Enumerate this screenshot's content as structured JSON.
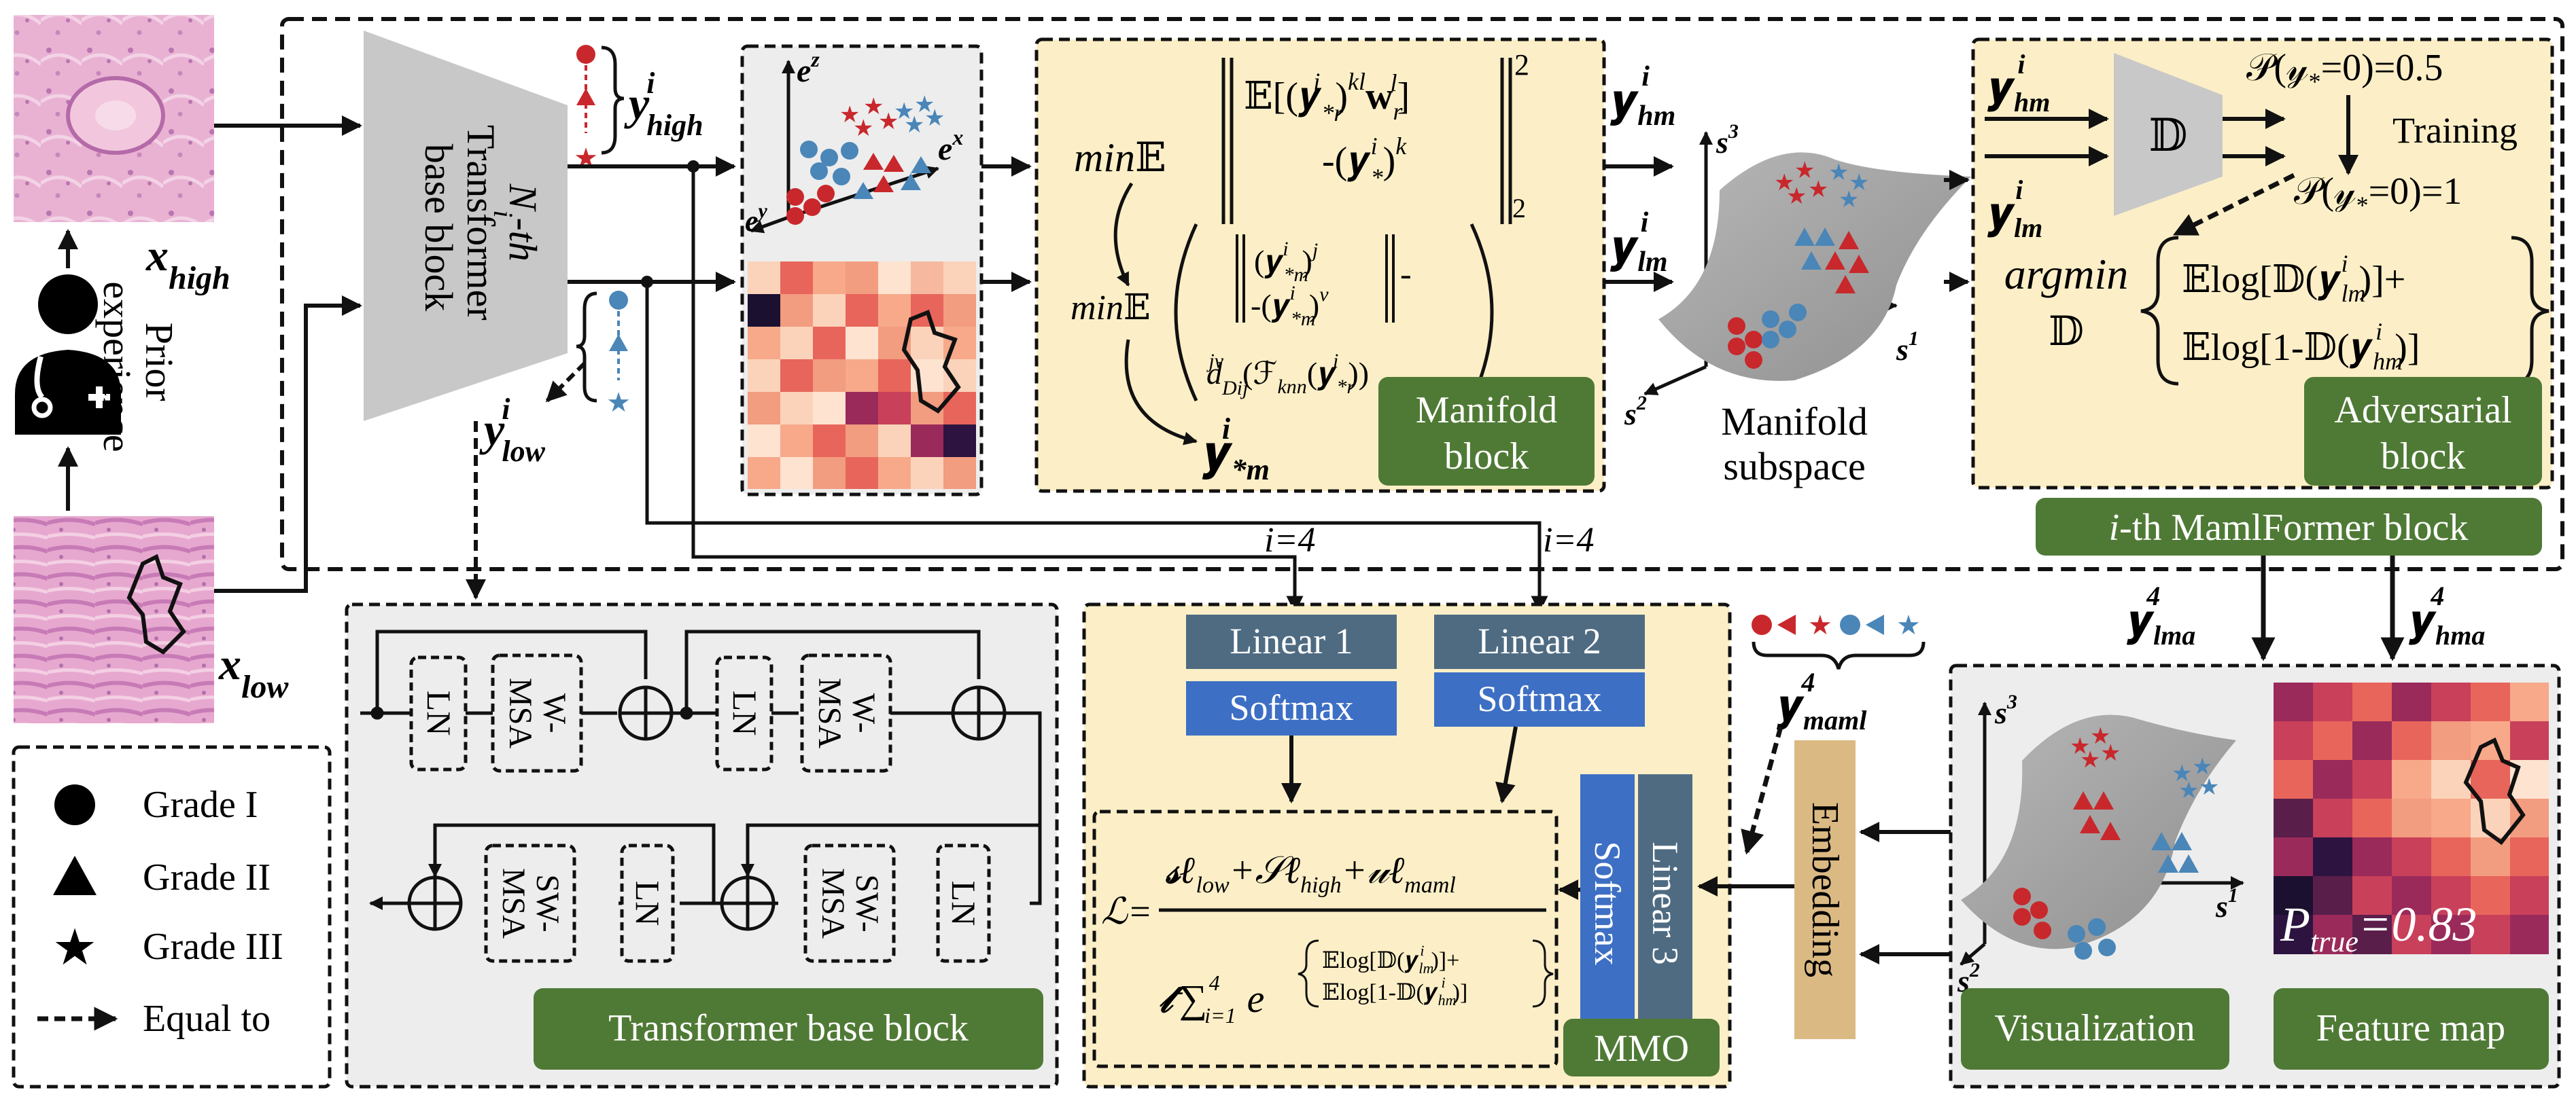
{
  "inputs": {
    "x_high": "x",
    "x_high_sub": "high",
    "x_low": "x",
    "x_low_sub": "low",
    "prior_line1": "Prior",
    "prior_line2": "experience"
  },
  "nth_block": {
    "line1": "N",
    "line1_sub": "i",
    "line1_rest": "-th",
    "line2": "Transformer",
    "line3": "base block"
  },
  "features": {
    "y_high": "y",
    "y_high_sup": "i",
    "y_high_sub": "high",
    "y_low": "y",
    "y_low_sup": "i",
    "y_low_sub": "low"
  },
  "axes": {
    "ez": "e",
    "ez_sup": "z",
    "ex": "e",
    "ex_sup": "x",
    "ey": "e",
    "ey_sup": "y",
    "s3": "s",
    "s3_sup": "3",
    "s1": "s",
    "s1_sup": "1",
    "s2": "s",
    "s2_sup": "2"
  },
  "manifold_block": {
    "label_line1": "Manifold",
    "label_line2": "block",
    "min1": "min",
    "min2": "min",
    "E": "𝔼",
    "eq1_part1": "𝔼[(𝒚",
    "eq1_sub": "*r",
    "eq1_sup": "i",
    "eq1_part2": ")",
    "eq1_sup2": "kl",
    "eq1_part3": "w",
    "eq1_w_sub": "r",
    "eq1_w_sup": "l",
    "eq1_part4": "]",
    "eq2": "-(𝒚",
    "eq2_sub": "*",
    "eq2_sup": "i",
    "eq2_close": ")",
    "eq2_k": "k",
    "exp2": "2",
    "exp2b": "2",
    "eq3": "(𝒚",
    "eq3_sub": "*m",
    "eq3_sup": "i",
    "eq3_close": ")",
    "eq3_j": "j",
    "eq3_minus": "-",
    "eq4": "-(𝒚",
    "eq4_sub": "*m",
    "eq4_sup": "i",
    "eq4_close": ")",
    "eq4_v": "v",
    "eq5": "d",
    "eq5_sub": "Dij",
    "eq5_sup": "jv",
    "eq5_rest": "(ℱ",
    "eq5_knn": "knn",
    "eq5_y": "(𝒚",
    "eq5_y_sub": "*r",
    "eq5_y_sup": "i",
    "eq5_end": "))",
    "y_star_m": "𝒚",
    "y_star_m_sub": "*m",
    "y_star_m_sup": "i"
  },
  "manifold_outputs": {
    "y_hm": "𝒚",
    "y_hm_sub": "hm",
    "y_hm_sup": "i",
    "y_lm": "𝒚",
    "y_lm_sub": "lm",
    "y_lm_sup": "i",
    "subspace_line1": "Manifold",
    "subspace_line2": "subspace"
  },
  "adversarial": {
    "in_hm": "𝒚",
    "in_hm_sub": "hm",
    "in_hm_sup": "i",
    "in_lm": "𝒚",
    "in_lm_sub": "lm",
    "in_lm_sup": "i",
    "D": "𝔻",
    "p1": "𝒫(𝓎",
    "p1_sub": "*",
    "p1_rest": "=0)=0.5",
    "training": "Training",
    "p2": "𝒫(𝓎",
    "p2_sub": "*",
    "p2_rest": "=0)=1",
    "argmin": "argmin",
    "argmin_D": "𝔻",
    "term1": "𝔼log[𝔻(𝒚",
    "term1_sub": "lm",
    "term1_sup": "i",
    "term1_end": ")]+",
    "term2": "𝔼log[1-𝔻(𝒚",
    "term2_sub": "hm",
    "term2_sup": "i",
    "term2_end": ")]",
    "label_line1": "Adversarial",
    "label_line2": "block"
  },
  "mamlformer": {
    "label_i": "i",
    "label_rest": "-th MamlFormer block"
  },
  "transformer_base": {
    "ln": "LN",
    "wmsa1": "W-",
    "wmsa2": "MSA",
    "swmsa1": "SW-",
    "swmsa2": "MSA",
    "label": "Transformer base block"
  },
  "mmo": {
    "i4a": "i=4",
    "i4b": "i=4",
    "linear1": "Linear 1",
    "softmax1": "Softmax",
    "linear2": "Linear 2",
    "softmax2": "Softmax",
    "linear3": "Linear 3",
    "softmax3": "Softmax",
    "loss_L": "ℒ=",
    "num_s": "𝓈ℓ",
    "num_low": "low",
    "num_plus1": "+𝒮ℓ",
    "num_high": "high",
    "num_plus2": "+𝓊ℓ",
    "num_maml": "maml",
    "den_t": "𝓉",
    "den_sum": "∑",
    "den_sum_sub": "i=1",
    "den_sum_sup": "4",
    "den_e": "e",
    "den_term1": "𝔼log[𝔻(𝒚",
    "den_term1_sub": "lm",
    "den_term1_sup": "i",
    "den_term1_end": ")]+",
    "den_term2": "𝔼log[1-𝔻(𝒚",
    "den_term2_sub": "hm",
    "den_term2_sup": "i",
    "den_term2_end": ")]",
    "label": "MMO"
  },
  "outputs": {
    "y_lma": "𝒚",
    "y_lma_sub": "lma",
    "y_lma_sup": "4",
    "y_hma": "𝒚",
    "y_hma_sub": "hma",
    "y_hma_sup": "4",
    "y_maml": "𝒚",
    "y_maml_sub": "maml",
    "y_maml_sup": "4",
    "embedding": "Embedding"
  },
  "visualization": {
    "label": "Visualization",
    "feature_label": "Feature map",
    "p_true": "P",
    "p_true_sub": "true",
    "p_true_val": "=0.83"
  },
  "legend": {
    "grade1": "Grade I",
    "grade2": "Grade II",
    "grade3": "Grade III",
    "equal": "Equal to"
  },
  "colors": {
    "cream": "#fcefc7",
    "gray_panel": "#efefef",
    "green": "#4f7a35",
    "slate": "#4f6b82",
    "blue": "#3d6fc4",
    "tan": "#dbb983",
    "red": "#c8282c",
    "blue_dot": "#4a86b8",
    "tissue": "#e6a6cc"
  }
}
